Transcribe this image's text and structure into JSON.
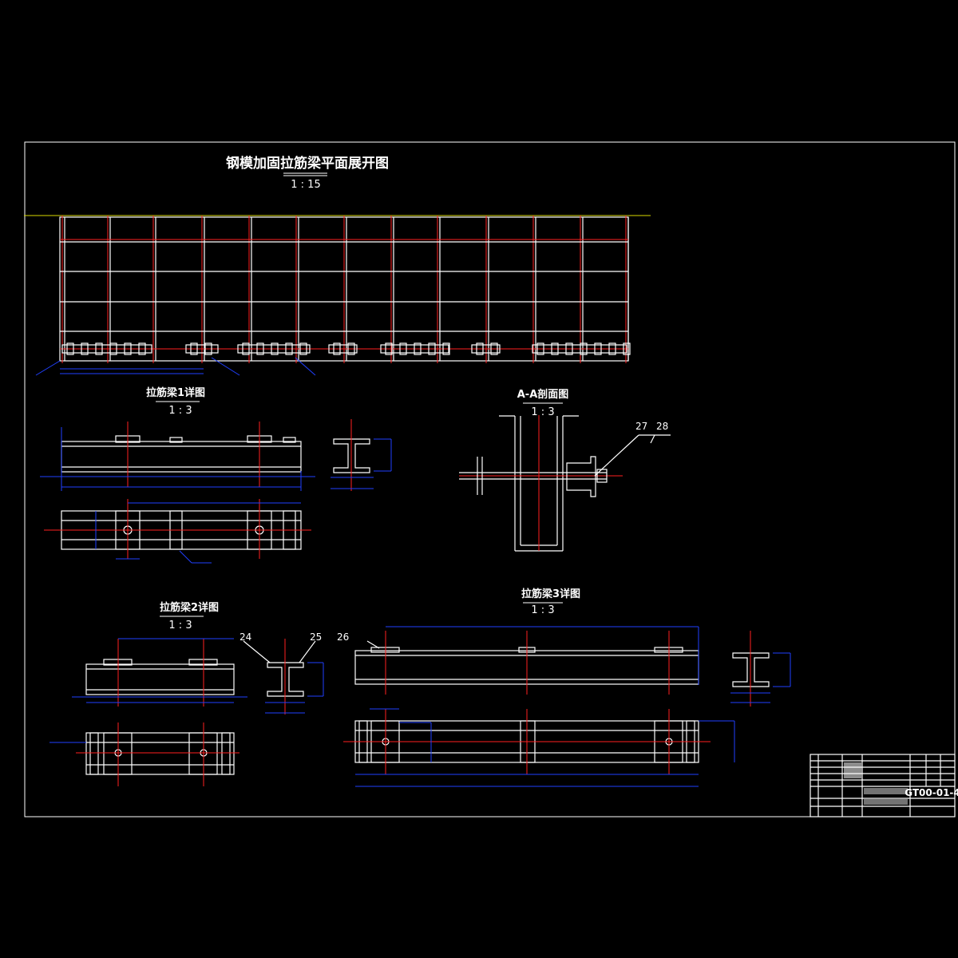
{
  "drawing": {
    "main_title": "钢模加固拉筋梁平面展开图",
    "main_scale": "1 : 15",
    "views": [
      {
        "id": "beam1",
        "title": "拉筋梁1详图",
        "scale": "1 : 3"
      },
      {
        "id": "section_aa",
        "title": "A-A剖面图",
        "scale": "1 : 3"
      },
      {
        "id": "beam2",
        "title": "拉筋梁2详图",
        "scale": "1 : 3"
      },
      {
        "id": "beam3",
        "title": "拉筋梁3详图",
        "scale": "1 : 3"
      }
    ],
    "callouts": {
      "section": [
        "27",
        "28"
      ],
      "beam2": [
        "24",
        "25"
      ],
      "beam3": [
        "26"
      ]
    }
  },
  "title_block": {
    "drawing_number": "GT00-01-4"
  },
  "colors": {
    "background": "#000000",
    "outline": "#ffffff",
    "centerline": "#ff2020",
    "dimension": "#2040ff",
    "reference": "#d8d800"
  }
}
